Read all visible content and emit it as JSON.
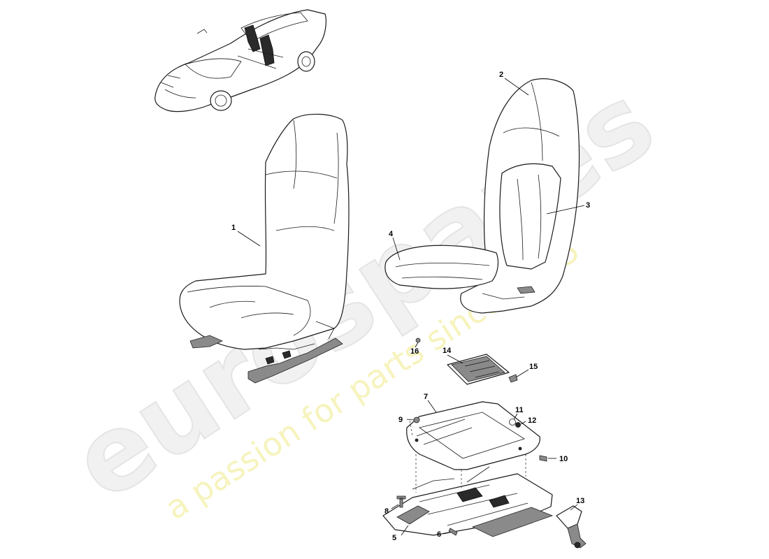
{
  "watermark": {
    "brand": "eurospares",
    "tagline": "a passion for parts since 1985"
  },
  "callouts": [
    {
      "id": "1",
      "label": "1"
    },
    {
      "id": "2",
      "label": "2"
    },
    {
      "id": "3",
      "label": "3"
    },
    {
      "id": "4",
      "label": "4"
    },
    {
      "id": "5",
      "label": "5"
    },
    {
      "id": "6",
      "label": "6"
    },
    {
      "id": "7",
      "label": "7"
    },
    {
      "id": "8",
      "label": "8"
    },
    {
      "id": "9",
      "label": "9"
    },
    {
      "id": "10",
      "label": "10"
    },
    {
      "id": "11",
      "label": "11"
    },
    {
      "id": "12",
      "label": "12"
    },
    {
      "id": "13",
      "label": "13"
    },
    {
      "id": "14",
      "label": "14"
    },
    {
      "id": "15",
      "label": "15"
    },
    {
      "id": "16",
      "label": "16"
    }
  ]
}
